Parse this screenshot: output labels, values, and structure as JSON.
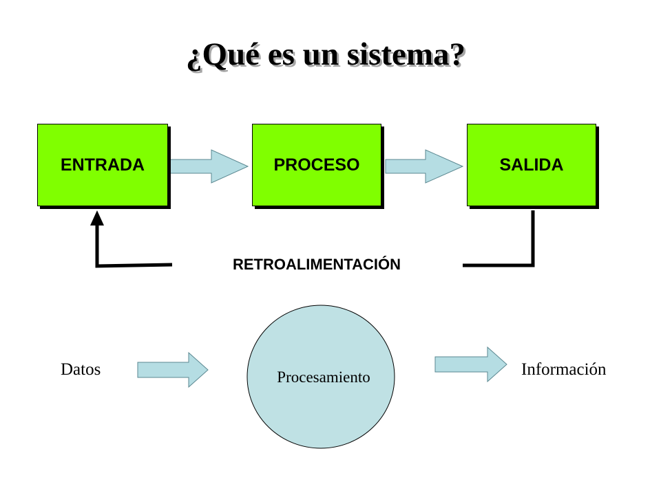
{
  "title": "¿Qué es un sistema?",
  "system_diagram": {
    "entrada": "ENTRADA",
    "proceso": "PROCESO",
    "salida": "SALIDA",
    "feedback": "RETROALIMENTACIÓN",
    "box_color": "#80ff00",
    "arrow_color": "#b5dde3"
  },
  "processing_diagram": {
    "input": "Datos",
    "process": "Procesamiento",
    "output": "Información",
    "circle_color": "#bfe1e4"
  }
}
